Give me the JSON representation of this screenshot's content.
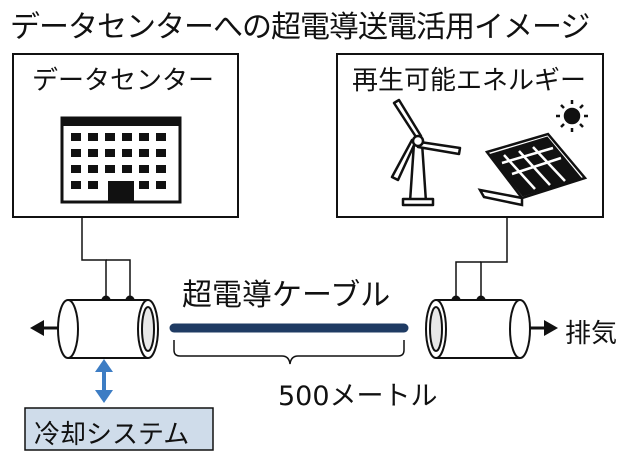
{
  "title": "データセンターへの超電導送電活用イメージ",
  "data_center": {
    "label": "データセンター",
    "icon": "building-icon"
  },
  "renewable_energy": {
    "label": "再生可能エネルギー",
    "icons": [
      "wind-turbine-icon",
      "solar-panel-icon",
      "sun-icon"
    ]
  },
  "cable": {
    "label": "超電導ケーブル",
    "length": "500メートル",
    "color": "#1f3b63"
  },
  "exhaust": {
    "label": "排気"
  },
  "cooling_system": {
    "label": "冷却システム",
    "fill": "#cfdcea",
    "arrow_color": "#3d7dc4"
  }
}
